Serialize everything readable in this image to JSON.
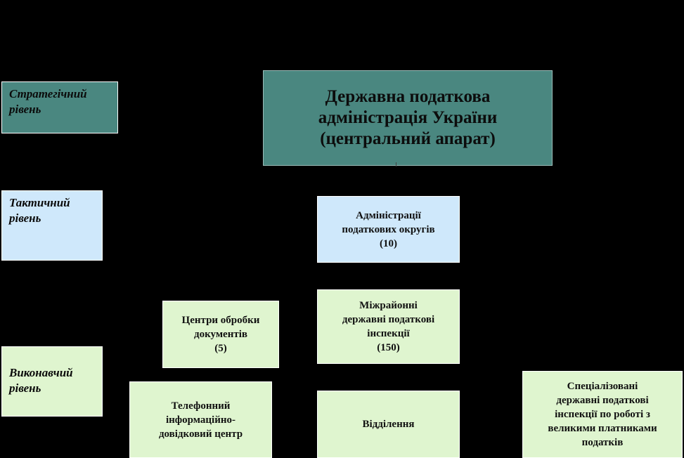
{
  "colors": {
    "background": "#000000",
    "strategic": "#4a8780",
    "tactical": "#cfe8fb",
    "executive": "#dff5cf"
  },
  "levels": {
    "strategic": [
      "Стратегічний",
      "рівень"
    ],
    "tactical": [
      "Тактичний",
      "рівень"
    ],
    "executive": [
      "Виконавчий",
      "рівень"
    ]
  },
  "nodes": {
    "dpa": [
      "Державна податкова",
      "адміністрація України",
      "(центральний апарат)"
    ],
    "district_admins": [
      "Адміністрації",
      "податкових округів",
      "(10)"
    ],
    "doc_centers": [
      "Центри обробки",
      "документів",
      "(5)"
    ],
    "interdistrict": [
      "Міжрайонні",
      "державні податкові",
      "інспекції",
      "(150)"
    ],
    "phone_center": [
      "Телефонний",
      "інформаційно-",
      "довідковий центр"
    ],
    "departments": [
      "Відділення"
    ],
    "specialized": [
      "Спеціалізовані",
      "державні податкові",
      "інспекції по роботі з",
      "великими платниками",
      "податків"
    ]
  }
}
